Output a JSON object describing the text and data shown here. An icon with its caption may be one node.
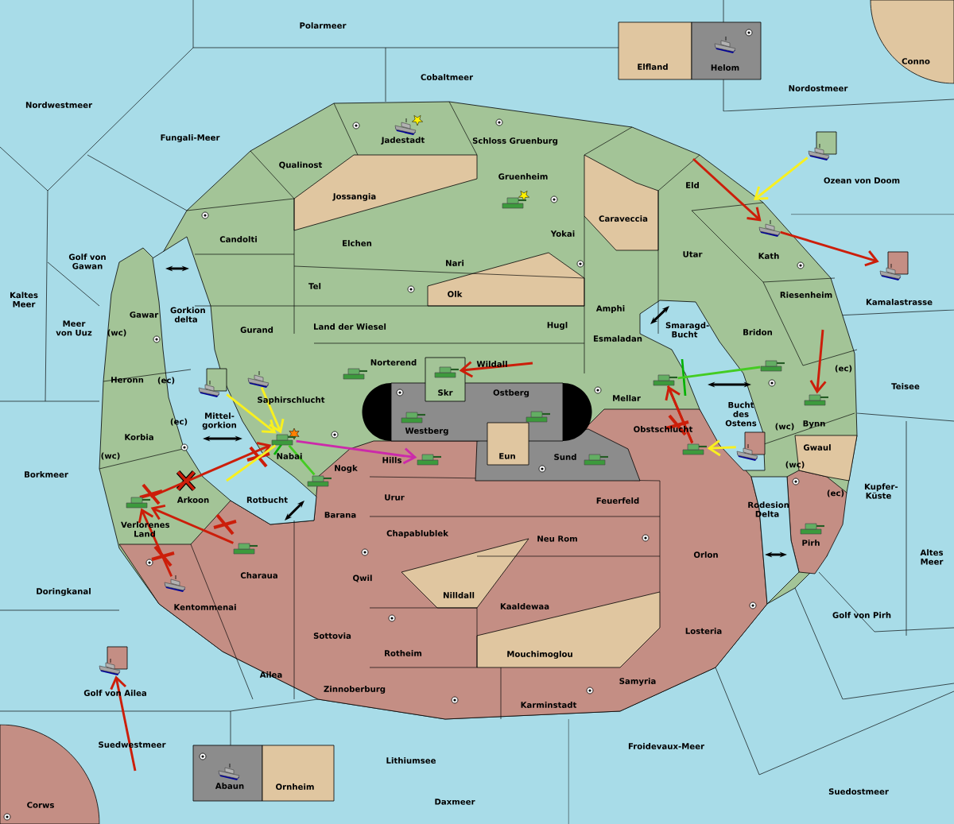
{
  "diagram": {
    "nodes": [
      {
        "text": [],
        "shape": "ship"
      },
      {
        "text": [],
        "shape": "ship"
      },
      {
        "text": [],
        "shape": "ship"
      },
      {
        "text": [],
        "shape": "tank"
      },
      {
        "text": [],
        "shape": "ship"
      },
      {
        "text": [],
        "shape": "ship"
      },
      {
        "text": [],
        "shape": "tank"
      },
      {
        "text": [],
        "shape": "tank"
      },
      {
        "text": [],
        "shape": "tank"
      },
      {
        "text": [],
        "shape": "ship"
      },
      {
        "text": [],
        "shape": "tank"
      },
      {
        "text": [],
        "shape": "ship"
      },
      {
        "text": [],
        "shape": "tank"
      },
      {
        "text": [],
        "shape": "tank"
      },
      {
        "text": [],
        "shape": "tank"
      },
      {
        "text": [],
        "shape": "tank"
      },
      {
        "text": [],
        "shape": "tank"
      },
      {
        "text": [],
        "shape": "ship"
      },
      {
        "text": [],
        "shape": "tank"
      },
      {
        "text": [],
        "shape": "tank"
      },
      {
        "text": [],
        "shape": "tank"
      },
      {
        "text": [],
        "shape": "tank"
      },
      {
        "text": [],
        "shape": "tank"
      },
      {
        "text": [],
        "shape": "tank"
      },
      {
        "text": [],
        "shape": "ship"
      },
      {
        "text": [],
        "shape": "ship"
      },
      {
        "text": [],
        "shape": "ship"
      }
    ],
    "edges": [
      {
        "from": null,
        "to": 4,
        "arrow": "to"
      },
      {
        "from": 4,
        "to": 5,
        "arrow": "to"
      },
      {
        "from": 2,
        "to": null,
        "arrow": "to",
        "color": "#f8f020"
      },
      {
        "from": null,
        "to": 12,
        "arrow": "to"
      },
      {
        "from": 6,
        "to": 10,
        "arrow": "none",
        "color": "#44cc22"
      },
      {
        "from": 16,
        "to": 10,
        "arrow": "to"
      },
      {
        "from": 10,
        "to": 16,
        "arrow": "none"
      },
      {
        "from": 17,
        "to": 16,
        "arrow": "to",
        "color": "#f8f020"
      },
      {
        "from": null,
        "to": 8,
        "arrow": "to"
      },
      {
        "from": 15,
        "to": 19,
        "arrow": "to",
        "color": "#cc2aaa"
      },
      {
        "from": 15,
        "to": 20,
        "arrow": "none",
        "color": "#44cc22"
      },
      {
        "from": 9,
        "to": 15,
        "arrow": "to",
        "color": "#f8f020"
      },
      {
        "from": 11,
        "to": 15,
        "arrow": "to",
        "color": "#f8f020"
      },
      {
        "from": 21,
        "to": 15,
        "arrow": "to"
      },
      {
        "from": 23,
        "to": 21,
        "arrow": "to"
      },
      {
        "from": 24,
        "to": 21,
        "arrow": "to"
      },
      {
        "from": null,
        "to": 25,
        "arrow": "to"
      },
      {
        "from": null,
        "to": 15,
        "arrow": "none",
        "color": "#f8f020"
      }
    ],
    "labels": [
      "Polarmeer",
      "Elfland",
      "Helom",
      "Conno",
      "Cobaltmeer",
      "Nordostmeer",
      "Nordwestmeer",
      "Jadestadt",
      "Schloss Gruenburg",
      "Fungali-Meer",
      "Qualinost",
      "Gruenheim",
      "Eld",
      "Ozean von Doom",
      "Jossangia",
      "Caraveccia",
      "Yokai",
      "Candolti",
      "Elchen",
      "Utar",
      "Kath",
      "Golf von Gawan",
      "Nari",
      "Kamalastrasse",
      "Kaltes Meer",
      "Tel",
      "Olk",
      "Riesenheim",
      "Amphi",
      "Gawar",
      "Gorkion delta",
      "Meer von Uuz",
      "(wc)",
      "Gurand",
      "Land der Wiesel",
      "Hugl",
      "Smaragd-Bucht",
      "Bridon",
      "Esmaladan",
      "Norterend",
      "Wildall",
      "Heronn",
      "(ec)",
      "(ec)",
      "Teisee",
      "Saphirschlucht",
      "Skr",
      "Ostberg",
      "Mellar",
      "(ec)",
      "Mittel-gorkion",
      "Bucht des Ostens",
      "(wc)",
      "Bynn",
      "Westberg",
      "Obstschlucht",
      "Korbia",
      "(wc)",
      "Nabai",
      "Hills",
      "Eun",
      "Sund",
      "Gwaul",
      "(wc)",
      "Nogk",
      "Borkmeer",
      "Kupfer-Küste",
      "Arkoon",
      "Rotbucht",
      "Urur",
      "Feuerfeld",
      "(ec)",
      "Rodesion Delta",
      "Barana",
      "Verlorenes Land",
      "Chapablublek",
      "Neu Rom",
      "Pirh",
      "Altes Meer",
      "Orlon",
      "Charaua",
      "Qwil",
      "Doringkanal",
      "Nilldall",
      "Kentommenai",
      "Kaaldewaa",
      "Golf von Pirh",
      "Losteria",
      "Sottovia",
      "Rotheim",
      "Mouchimoglou",
      "Ailea",
      "Samyria",
      "Golf von Ailea",
      "Zinnoberburg",
      "Karminstadt",
      "Suedwestmeer",
      "Froidevaux-Meer",
      "Lithiumsee",
      "Abaun",
      "Ornheim",
      "Daxmeer",
      "Suedostmeer",
      "Corws"
    ]
  }
}
